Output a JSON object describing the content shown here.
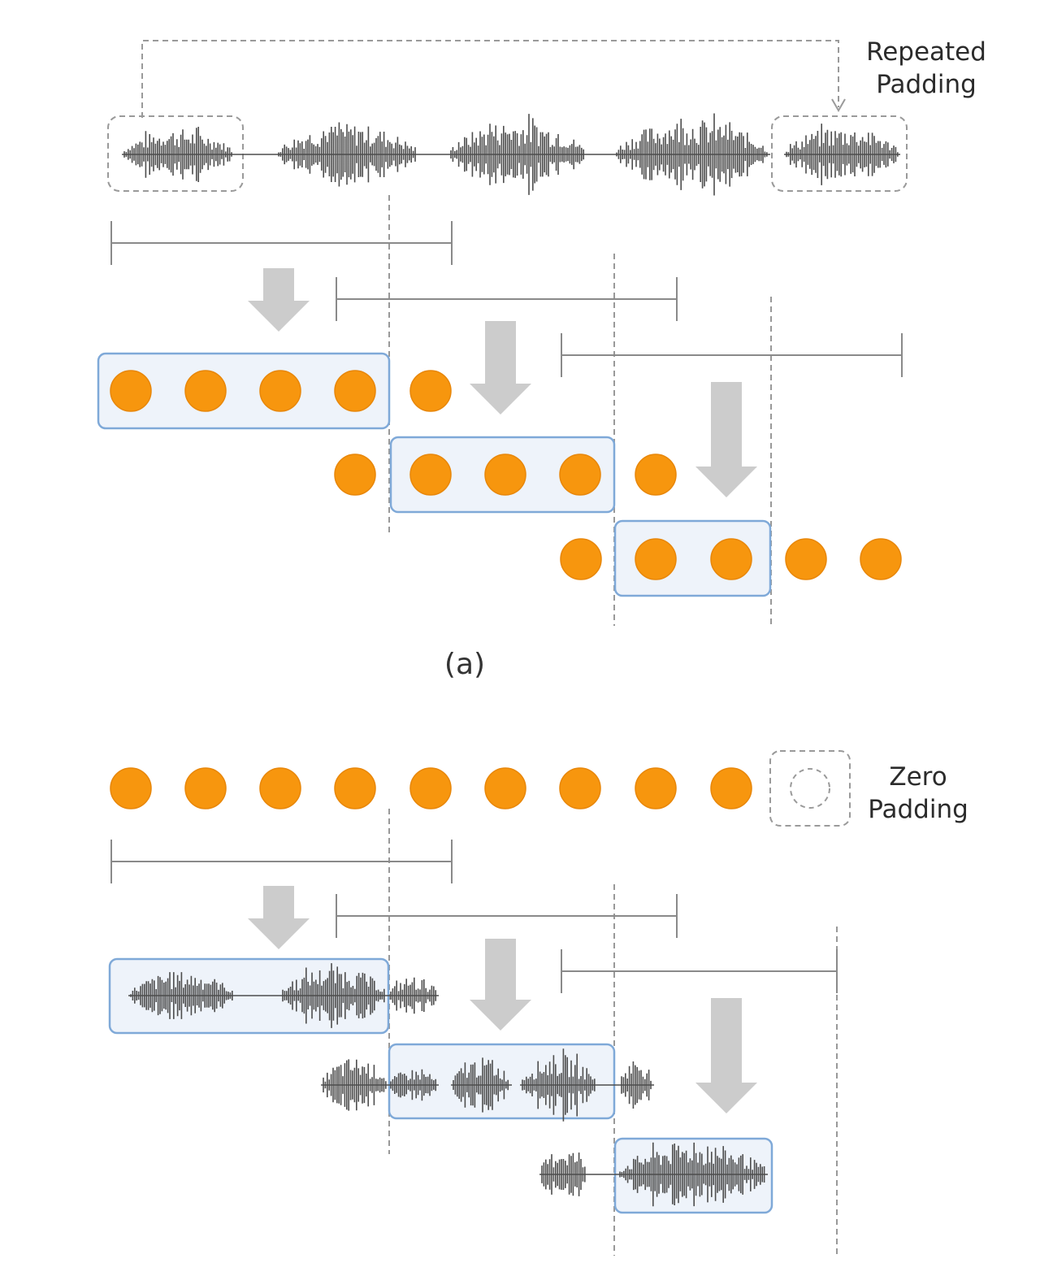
{
  "labels": {
    "repeated_padding": [
      "Repeated",
      "Padding"
    ],
    "zero_padding": [
      "Zero",
      "Padding"
    ],
    "panel_a": "(a)"
  },
  "colors": {
    "token": "#f7960e",
    "token_stroke": "#e8870a",
    "window_fill": "#eef3fa",
    "window_stroke": "#7fa9d8",
    "arrow": "#cccccc",
    "span_line": "#8a8a8a",
    "dashed_guide": "#999999",
    "waveform": "#4d4d4d",
    "padding_box": "#9a9a9a"
  },
  "panel_a": {
    "top_waveform_segments": 5,
    "padded_segments": 1,
    "windows": [
      {
        "tokens_before": 0,
        "tokens_in_window": 4,
        "tokens_after": 1
      },
      {
        "tokens_before": 1,
        "tokens_in_window": 3,
        "tokens_after": 1
      },
      {
        "tokens_before": 1,
        "tokens_in_window": 2,
        "tokens_after": 2
      }
    ]
  },
  "panel_b": {
    "top_tokens": 9,
    "padded_tokens": 1,
    "windows": 3
  }
}
